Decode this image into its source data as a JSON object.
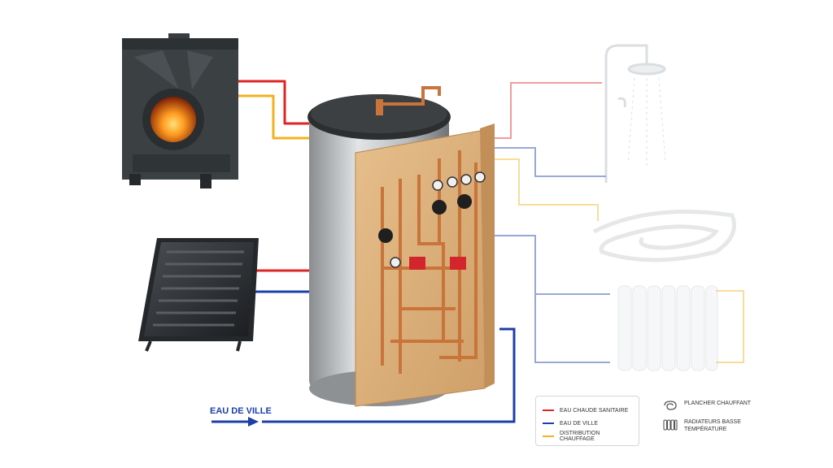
{
  "labels": {
    "city_water": "EAU DE VILLE"
  },
  "legend": {
    "items": [
      {
        "label": "EAU CHAUDE SANITAIRE",
        "color": "#e02424"
      },
      {
        "label": "EAU DE VILLE",
        "color": "#1c3fa8"
      },
      {
        "label": "DISTRIBUTION CHAUFFAGE",
        "color": "#f3b21c"
      }
    ],
    "icons": [
      {
        "label": "PLANCHER CHAUFFANT",
        "icon": "spiral-floor-heating-icon"
      },
      {
        "label": "RADIATEURS BASSE TEMPÉRATURE",
        "icon": "radiator-icon"
      }
    ]
  },
  "colors": {
    "hot_water": "#e02424",
    "city_water": "#1c3fa8",
    "heating": "#f3b21c",
    "copper": "#c8743a",
    "wood_panel": "#ddb27e"
  }
}
